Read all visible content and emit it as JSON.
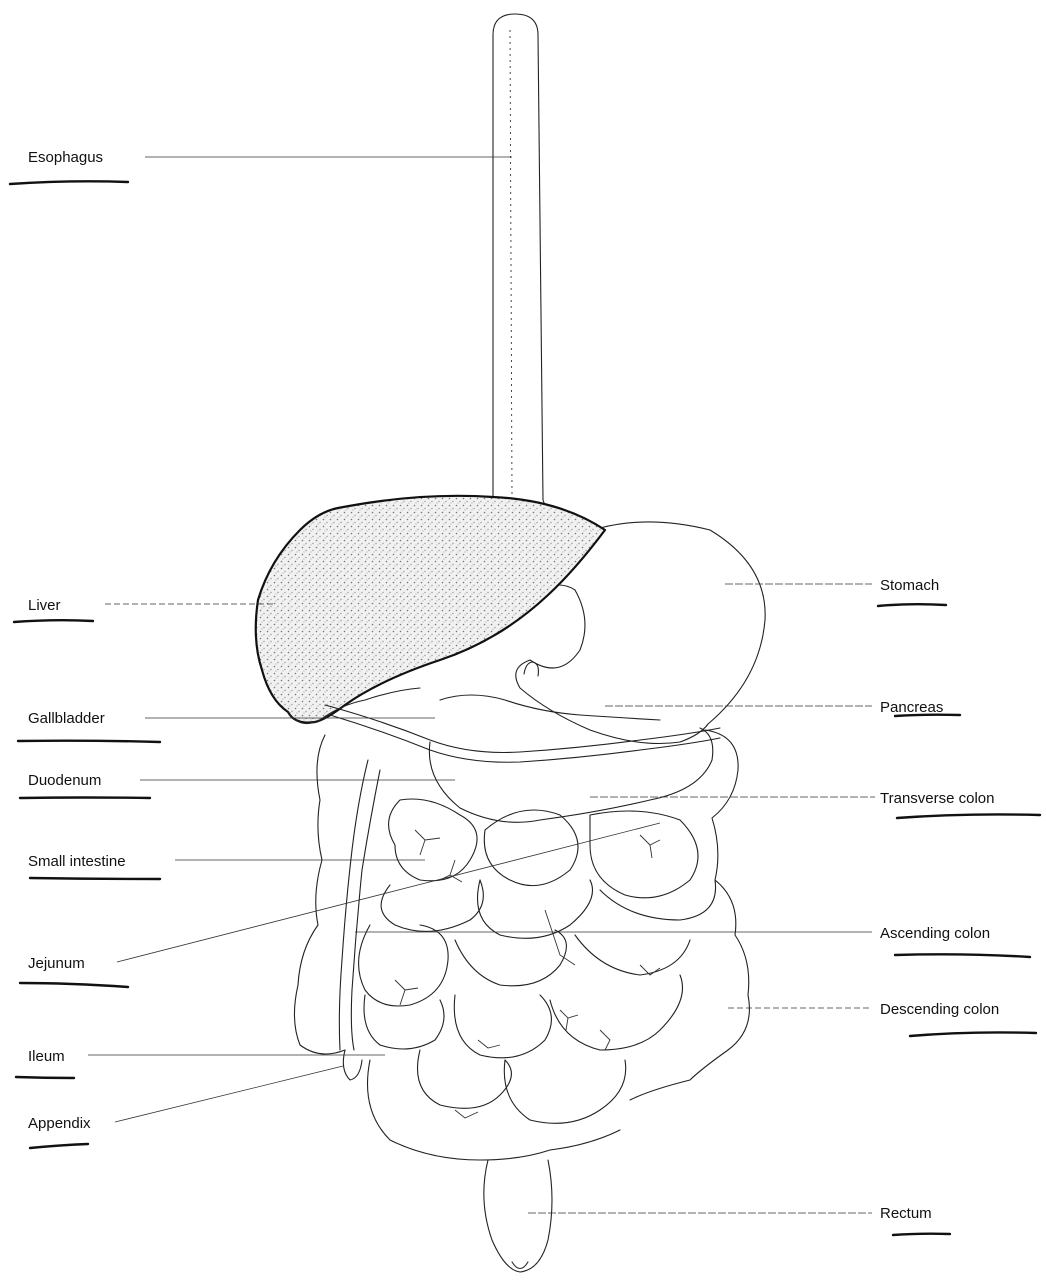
{
  "labels": {
    "esophagus": "Esophagus",
    "liver": "Liver",
    "gallbladder": "Gallbladder",
    "duodenum": "Duodenum",
    "small_intestine": "Small intestine",
    "jejunum": "Jejunum",
    "ileum": "Ileum",
    "appendix": "Appendix",
    "stomach": "Stomach",
    "pancreas": "Pancreas",
    "transverse_colon": "Transverse colon",
    "ascending_colon": "Ascending colon",
    "descending_colon": "Descending colon",
    "rectum": "Rectum"
  }
}
